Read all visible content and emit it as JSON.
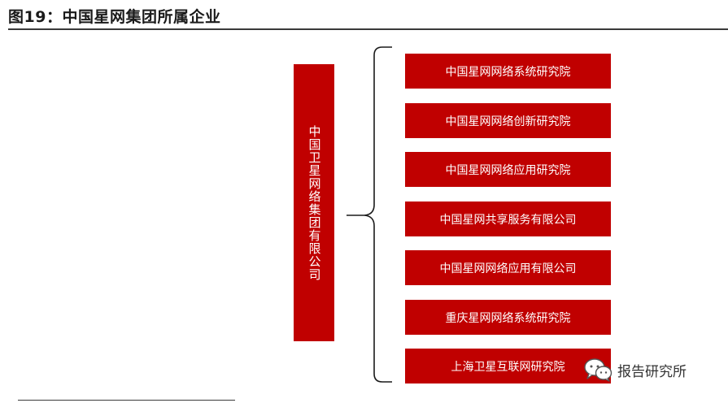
{
  "figure": {
    "title": "图19：中国星网集团所属企业"
  },
  "diagram": {
    "parent": {
      "label": "中国卫星网络集团有限公司"
    },
    "children": [
      "中国星网网络系统研究院",
      "中国星网网络创新研究院",
      "中国星网网络应用研究院",
      "中国星网共享服务有限公司",
      "中国星网网络应用有限公司",
      "重庆星网网络系统研究院",
      "上海卫星互联网研究院"
    ]
  },
  "watermark": {
    "icon": "wechat-icon",
    "text": "报告研究所"
  },
  "colors": {
    "box_fill": "#c00000",
    "box_text": "#ffffff",
    "rule": "#3a3a3a"
  }
}
